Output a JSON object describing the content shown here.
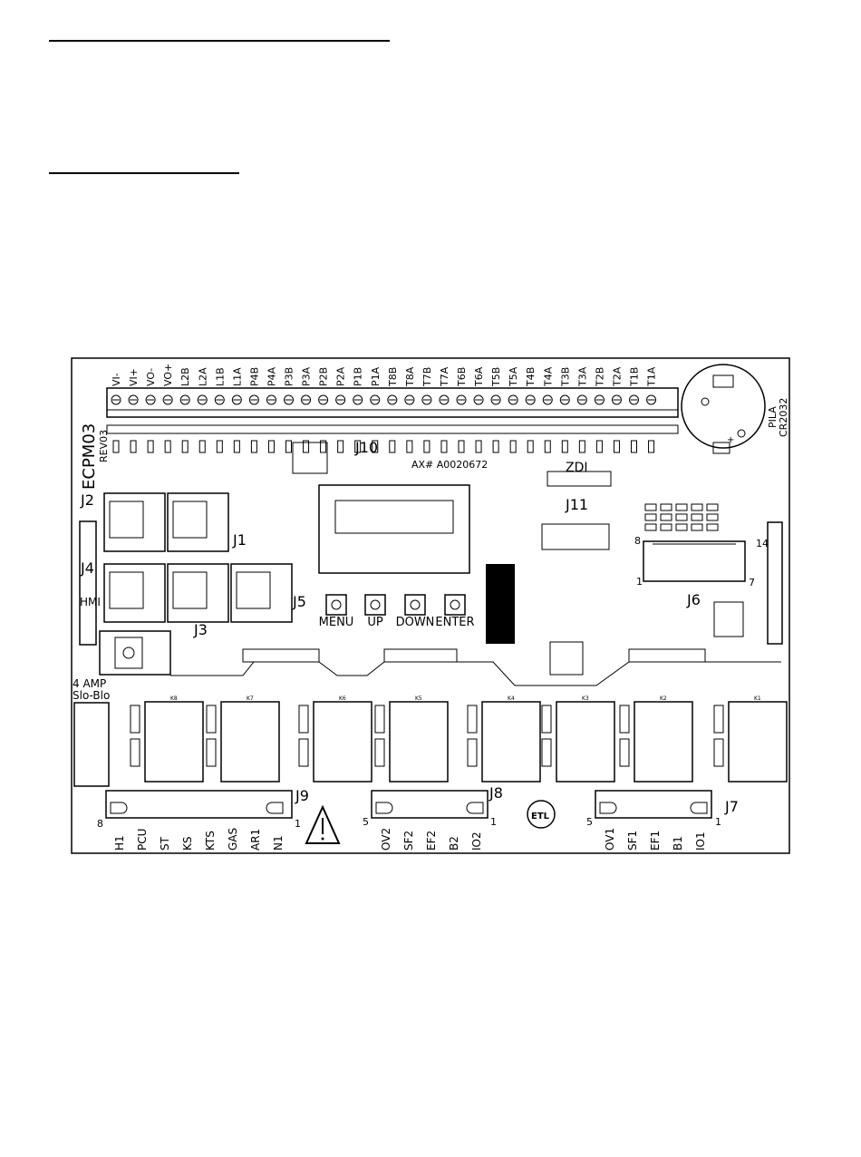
{
  "board": {
    "model": "ECPM03",
    "revision": "REV03",
    "part_number": "AX# A0020672",
    "battery": {
      "label": "PILA",
      "type": "CR2032"
    },
    "fuse_label_1": "4 AMP",
    "fuse_label_2": "Slo-Blo",
    "top_terminals": [
      "VI-",
      "VI+",
      "VO-",
      "VO+",
      "L2B",
      "L2A",
      "L1B",
      "L1A",
      "P4B",
      "P4A",
      "P3B",
      "P3A",
      "P2B",
      "P2A",
      "P1B",
      "P1A",
      "T8B",
      "T8A",
      "T7B",
      "T7A",
      "T6B",
      "T6A",
      "T5B",
      "T5A",
      "T4B",
      "T4A",
      "T3B",
      "T3A",
      "T2B",
      "T2A",
      "T1B",
      "T1A"
    ],
    "connector_labels": {
      "j2": "J2",
      "j1": "J1",
      "j4": "J4",
      "hmi": "HMI",
      "j3": "J3",
      "j5": "J5",
      "j10": "J10",
      "zdi": "ZDI",
      "j11": "J11",
      "j6": "J6",
      "j9": "J9",
      "j8": "J8",
      "j7": "J7"
    },
    "buttons": [
      "MENU",
      "UP",
      "DOWN",
      "ENTER"
    ],
    "j9_terminals": [
      "H1",
      "PCU",
      "ST",
      "KS",
      "KTS",
      "GAS",
      "AR1",
      "N1"
    ],
    "j8_terminals": [
      "OV2",
      "SF2",
      "EF2",
      "B2",
      "IO2"
    ],
    "j7_terminals": [
      "OV1",
      "SF1",
      "EF1",
      "B1",
      "IO1"
    ],
    "pin_numbers": {
      "j9_left": "8",
      "j9_right": "1",
      "j8_left": "5",
      "j8_right": "1",
      "j7_left": "5",
      "j7_right": "1",
      "j6_tl": "8",
      "j6_tr": "14",
      "j6_bl": "1",
      "j6_br": "7"
    },
    "relay_labels": [
      "K8",
      "K7",
      "K6",
      "K5",
      "K4",
      "K3",
      "K2",
      "K1"
    ],
    "cert_mark": "ETL"
  }
}
